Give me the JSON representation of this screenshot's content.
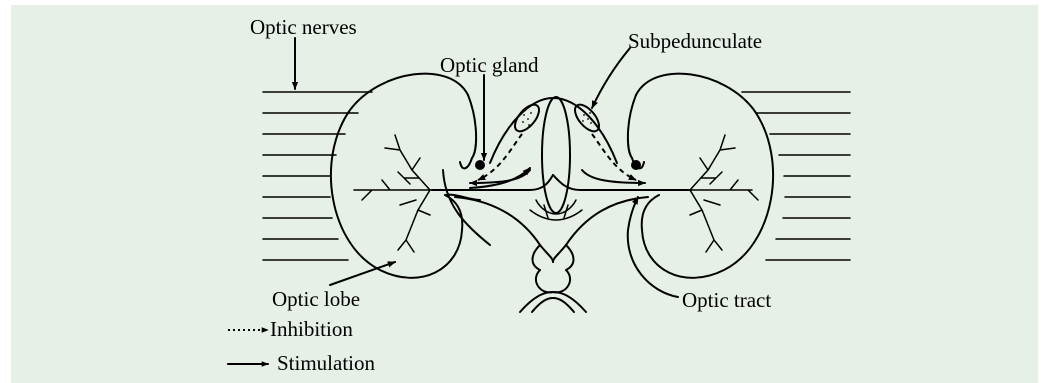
{
  "labels": {
    "optic_nerves": "Optic nerves",
    "optic_gland": "Optic gland",
    "subpedunculate": "Subpedunculate",
    "optic_lobe": "Optic lobe",
    "optic_tract": "Optic tract"
  },
  "legend": {
    "inhibition": "Inhibition",
    "stimulation": "Stimulation"
  },
  "colors": {
    "panel_background": "#e6f0e6",
    "ink": "#000000"
  }
}
